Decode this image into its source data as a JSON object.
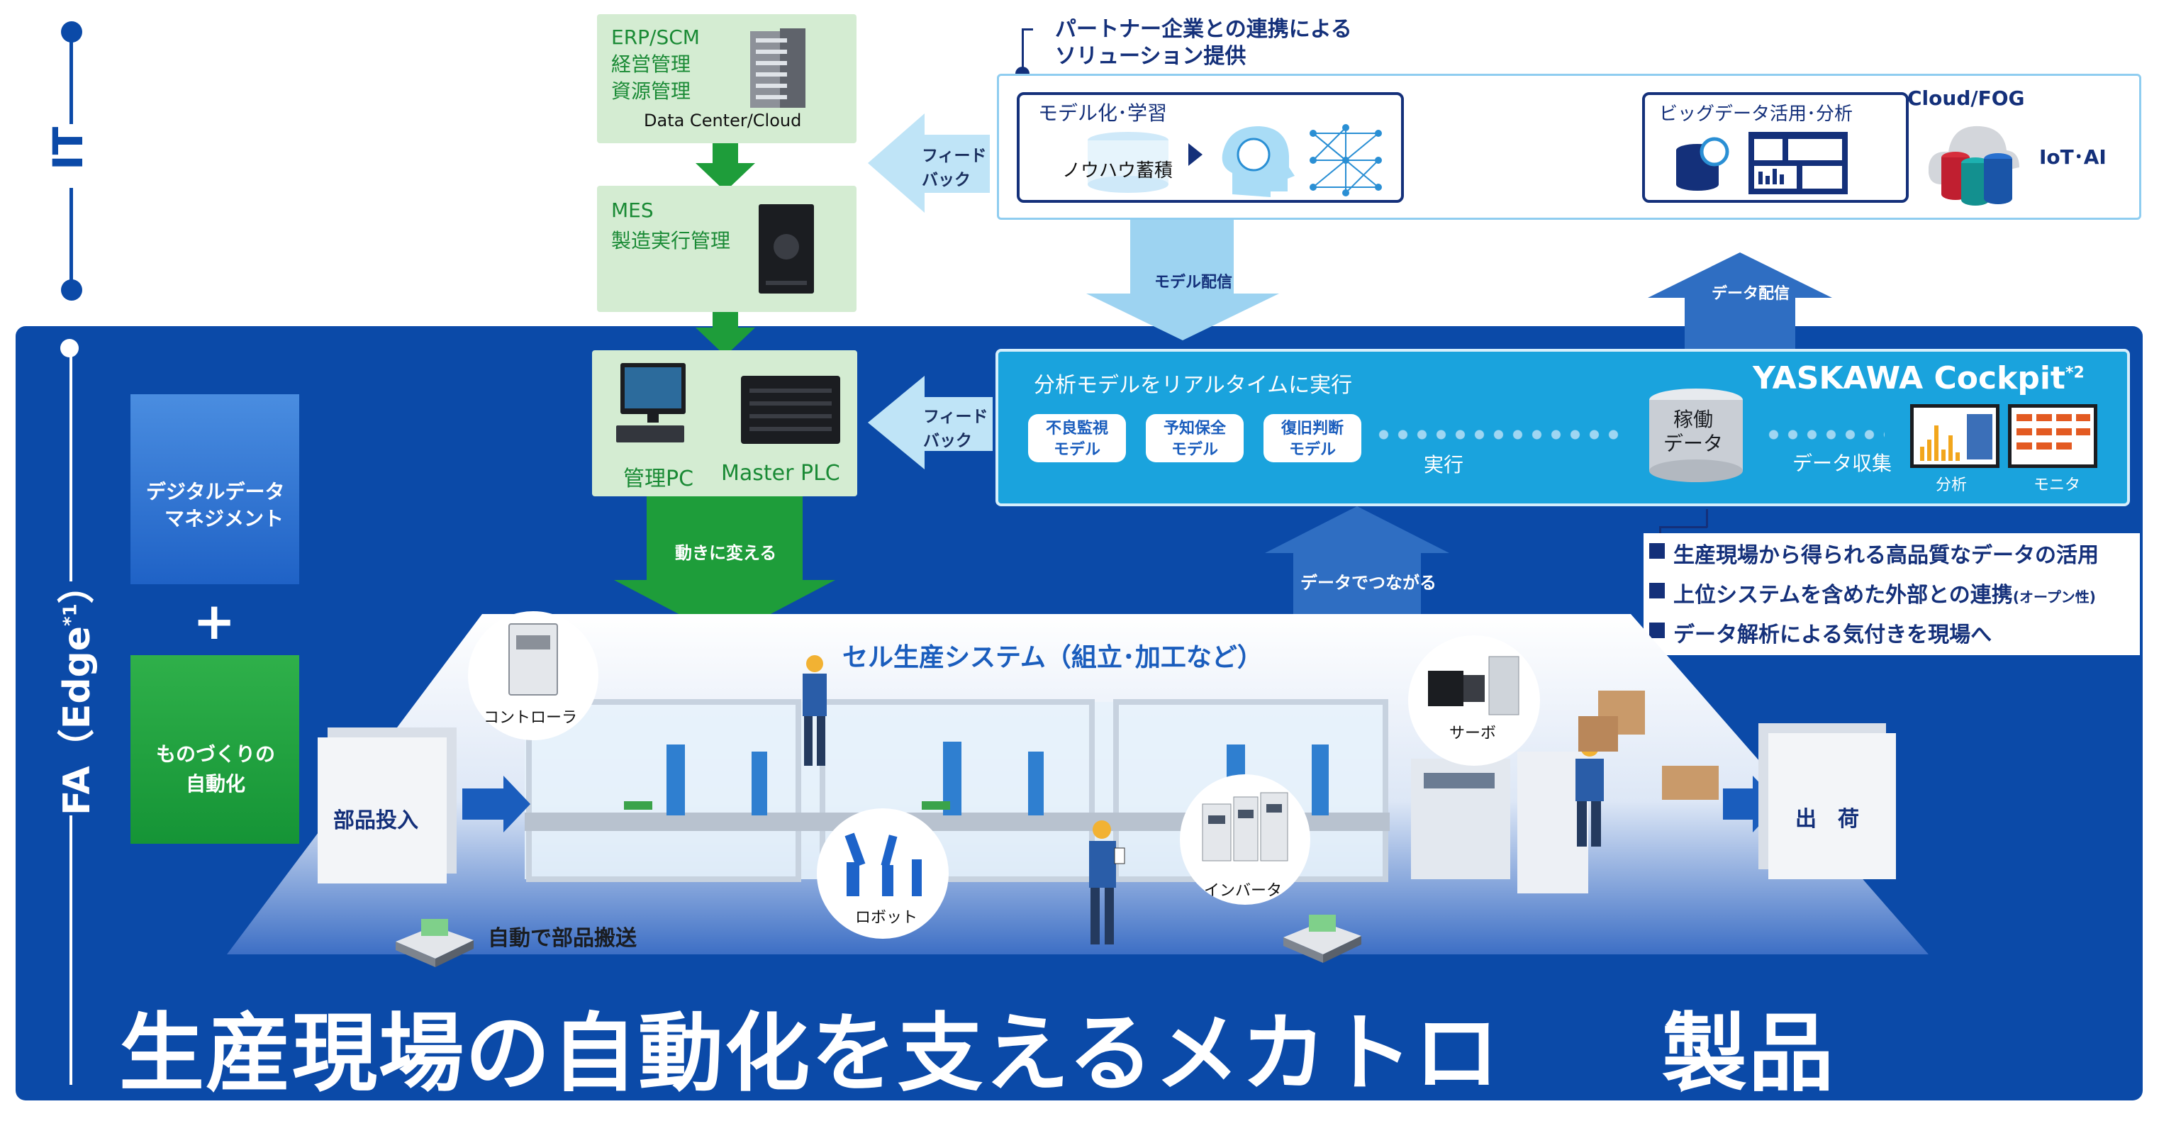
{
  "side": {
    "it_label": "IT",
    "fa_label": "FA（Edge",
    "fa_sup": "*1",
    "fa_close": "）"
  },
  "it_stack": {
    "erp": {
      "lines": [
        "ERP/SCM",
        "経営管理",
        "資源管理"
      ],
      "caption": "Data Center/Cloud"
    },
    "mes": {
      "lines": [
        "MES",
        "製造実行管理"
      ]
    },
    "pc_label": "管理PC",
    "plc_label": "Master PLC"
  },
  "feedback": {
    "line1": "フィード",
    "line2": "バック"
  },
  "partner": {
    "line1": "パートナー企業との連携による",
    "line2": "ソリューション提供"
  },
  "model_box": {
    "title": "モデル化･学習",
    "db_label": "ノウハウ蓄積"
  },
  "bigdata_box": {
    "title": "ビッグデータ活用･分析"
  },
  "cloud": {
    "title": "Cloud/FOG",
    "iot": "IoT･AI"
  },
  "arrows": {
    "model": "モデル配信",
    "data": "データ配信",
    "connect": "データでつながる",
    "move": "動きに変える"
  },
  "cockpit": {
    "realtime": "分析モデルをリアルタイムに実行",
    "title": "YASKAWA Cockpit",
    "sup": "*2",
    "models": [
      [
        "不良監視",
        "モデル"
      ],
      [
        "予知保全",
        "モデル"
      ],
      [
        "復旧判断",
        "モデル"
      ]
    ],
    "run": "実行",
    "db": [
      "稼働",
      "データ"
    ],
    "collect": "データ収集",
    "screens": [
      "分析",
      "モニタ"
    ]
  },
  "benefits": [
    "生産現場から得られる高品質なデータの活用",
    "上位システムを含めた外部との連携",
    "データ解析による気付きを現場へ"
  ],
  "benefit_note": "(オープン性)",
  "left_blocks": {
    "digital": [
      "デジタルデータ",
      "マネジメント"
    ],
    "plus": "+",
    "mono": [
      "ものづくりの",
      "自動化"
    ]
  },
  "factory": {
    "cell_title": "セル生産システム（組立･加工など）",
    "intake": "部品投入",
    "ship": "出　荷",
    "agv": "自動で部品搬送",
    "callouts": {
      "controller": "コントローラ",
      "robot": "ロボット",
      "inverter": "インバータ",
      "servo": "サーボ"
    }
  },
  "headline": {
    "main": "生産現場の自動化を支えるメカトロ",
    "tail": "製品"
  }
}
